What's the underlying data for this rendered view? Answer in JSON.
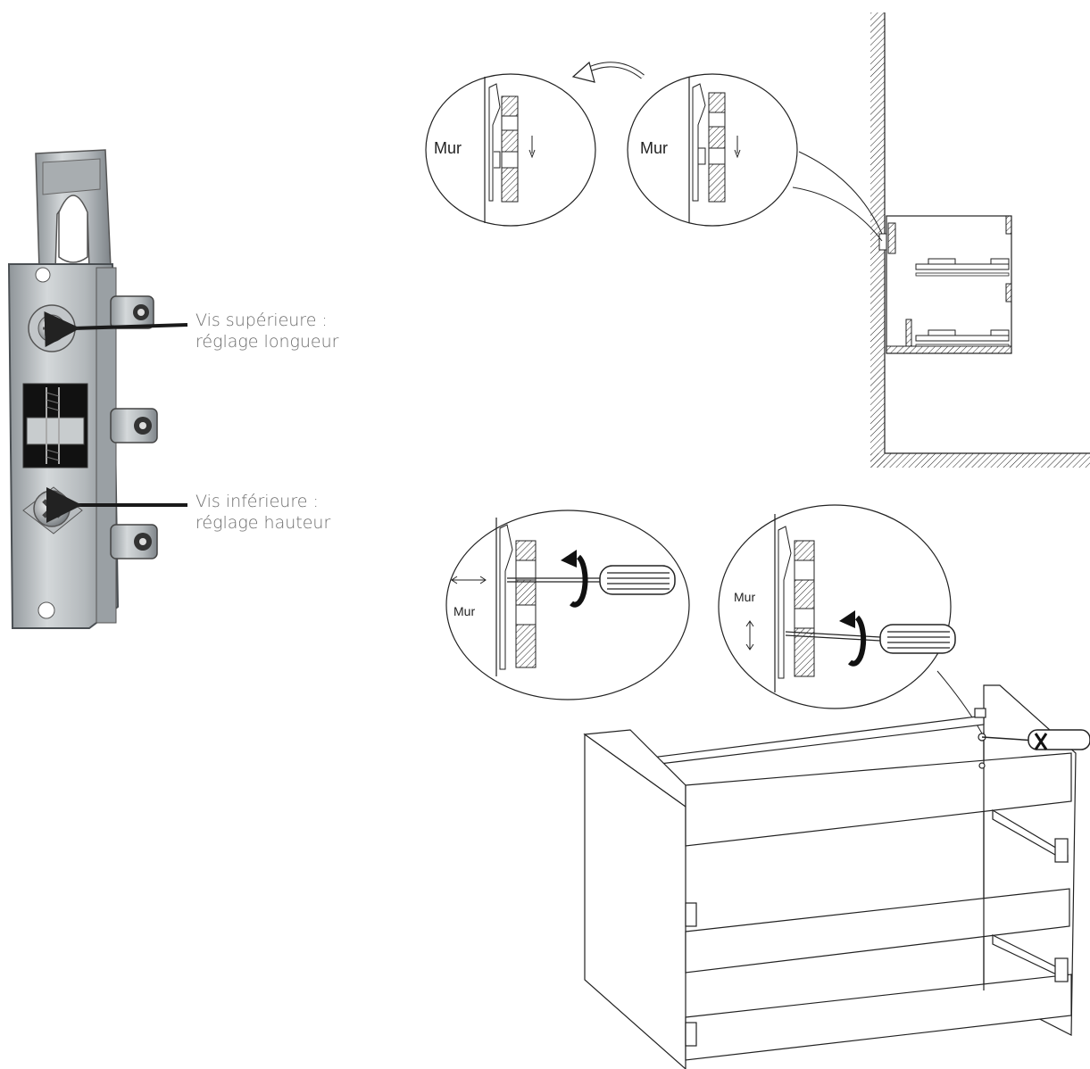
{
  "callouts": {
    "upper_screw": {
      "line1": "Vis supérieure :",
      "line2": "réglage longueur"
    },
    "lower_screw": {
      "line1": "Vis inférieure :",
      "line2": "réglage hauteur"
    }
  },
  "detail_labels": {
    "wall_before": "Mur",
    "wall_after": "Mur",
    "wall_length": "Mur",
    "wall_height": "Mur"
  },
  "colors": {
    "text": "#6d6d6d",
    "line": "#222222",
    "metal": "#b9bdc0"
  }
}
